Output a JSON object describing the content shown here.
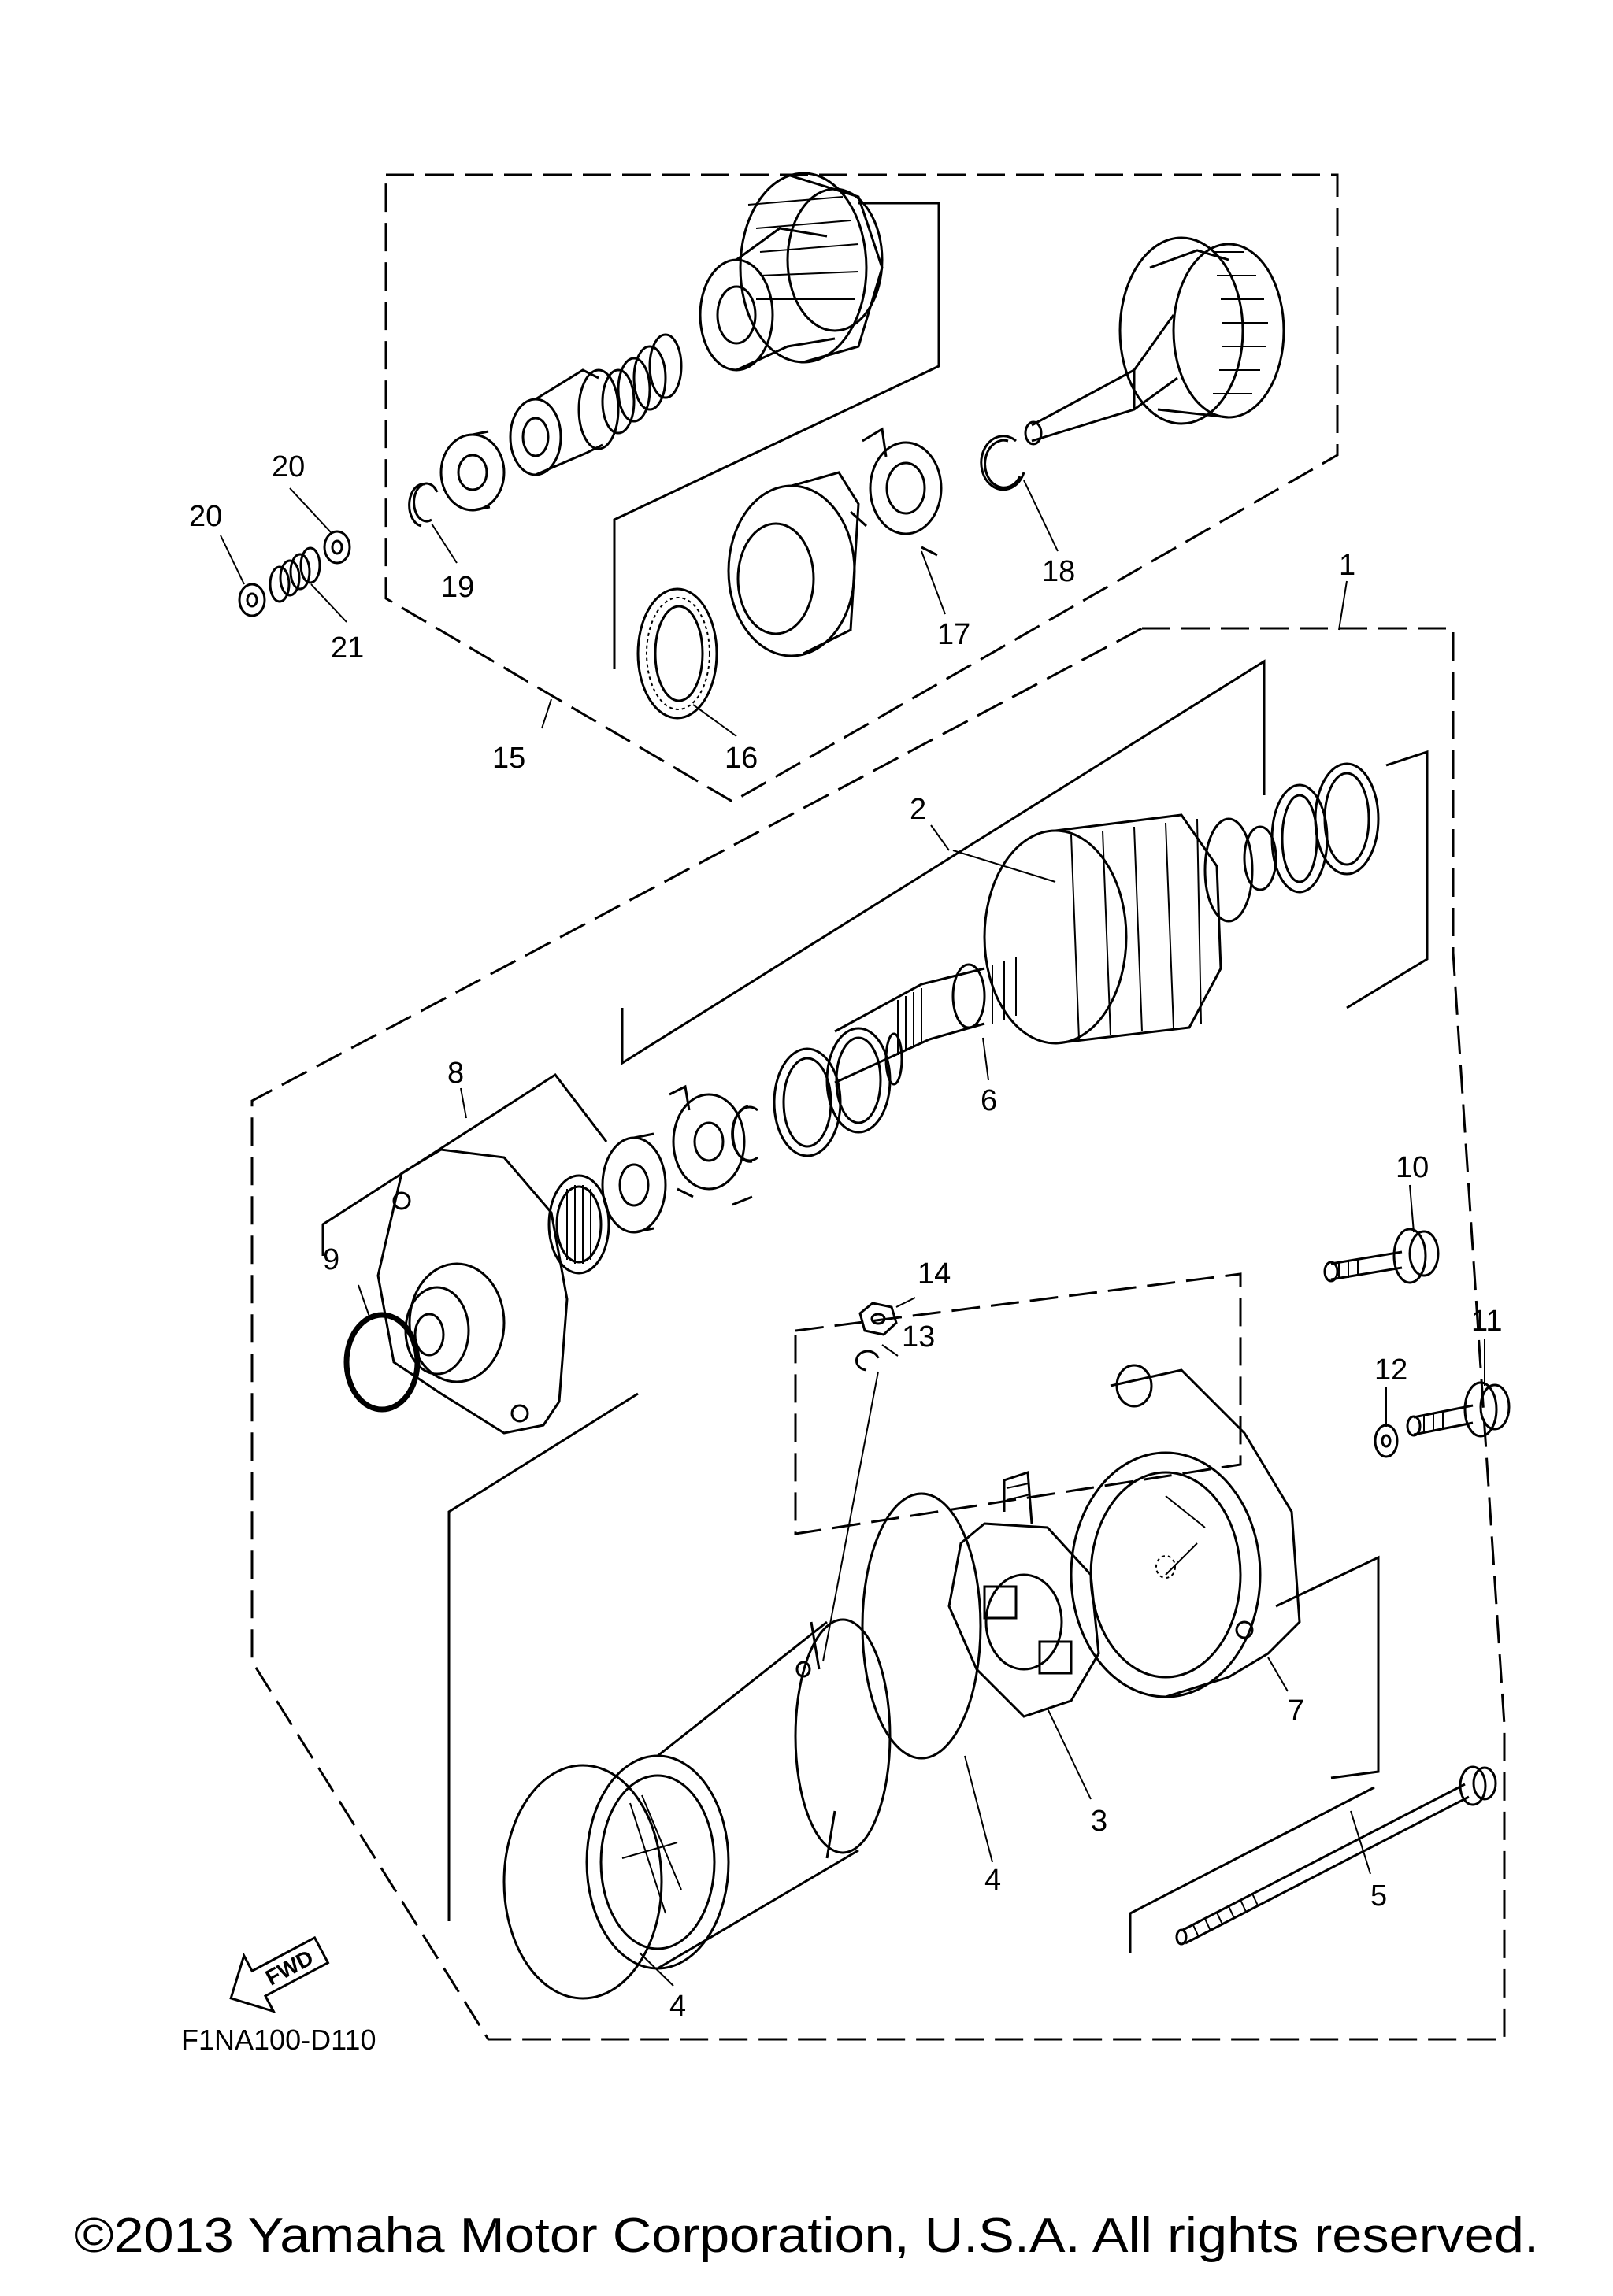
{
  "callouts": {
    "c1": "1",
    "c2": "2",
    "c3": "3",
    "c4a": "4",
    "c4b": "4",
    "c5": "5",
    "c6": "6",
    "c7": "7",
    "c8": "8",
    "c9": "9",
    "c10": "10",
    "c11": "11",
    "c12": "12",
    "c13": "13",
    "c14": "14",
    "c15": "15",
    "c16": "16",
    "c17": "17",
    "c18": "18",
    "c19": "19",
    "c20a": "20",
    "c20b": "20",
    "c21": "21"
  },
  "fwd_label": "FWD",
  "drawing_code": "F1NA100-D110",
  "copyright": "©2013 Yamaha Motor Corporation, U.S.A. All rights reserved."
}
